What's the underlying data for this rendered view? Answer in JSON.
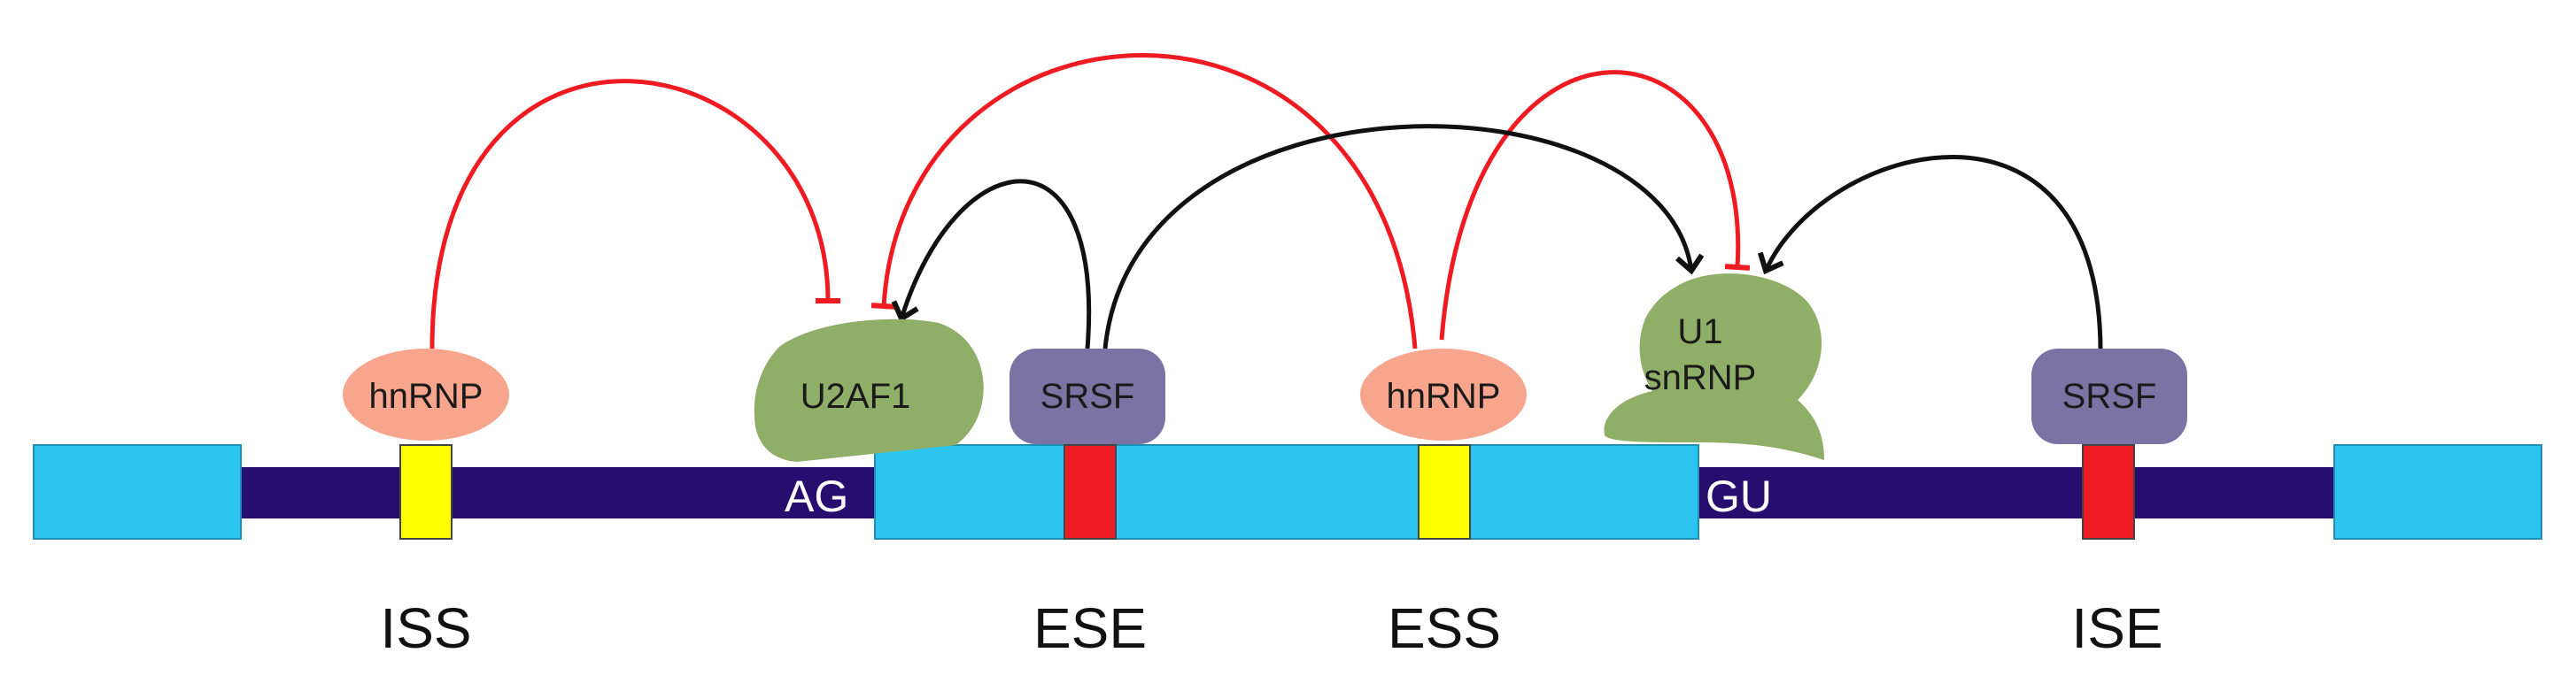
{
  "colors": {
    "exon": "#2ec4f0",
    "intron": "#260d6e",
    "silencer": "#ffff00",
    "enhancer": "#ee1b22",
    "hnrnp": "#f8a58e",
    "srsf": "#7b73a3",
    "u_factor": "#8fae68",
    "inhibit_arrow": "#ee1b22",
    "activate_arrow": "#111111"
  },
  "splice_sites": {
    "acceptor": "AG",
    "donor": "GU"
  },
  "proteins": {
    "hnrnp_intronic": "hnRNP",
    "hnrnp_exonic": "hnRNP",
    "u2af1": "U2AF1",
    "srsf_exonic": "SRSF",
    "srsf_intronic": "SRSF",
    "u1_line1": "U1",
    "u1_line2": "snRNP"
  },
  "elements": {
    "iss": "ISS",
    "ese": "ESE",
    "ess": "ESS",
    "ise": "ISE"
  }
}
